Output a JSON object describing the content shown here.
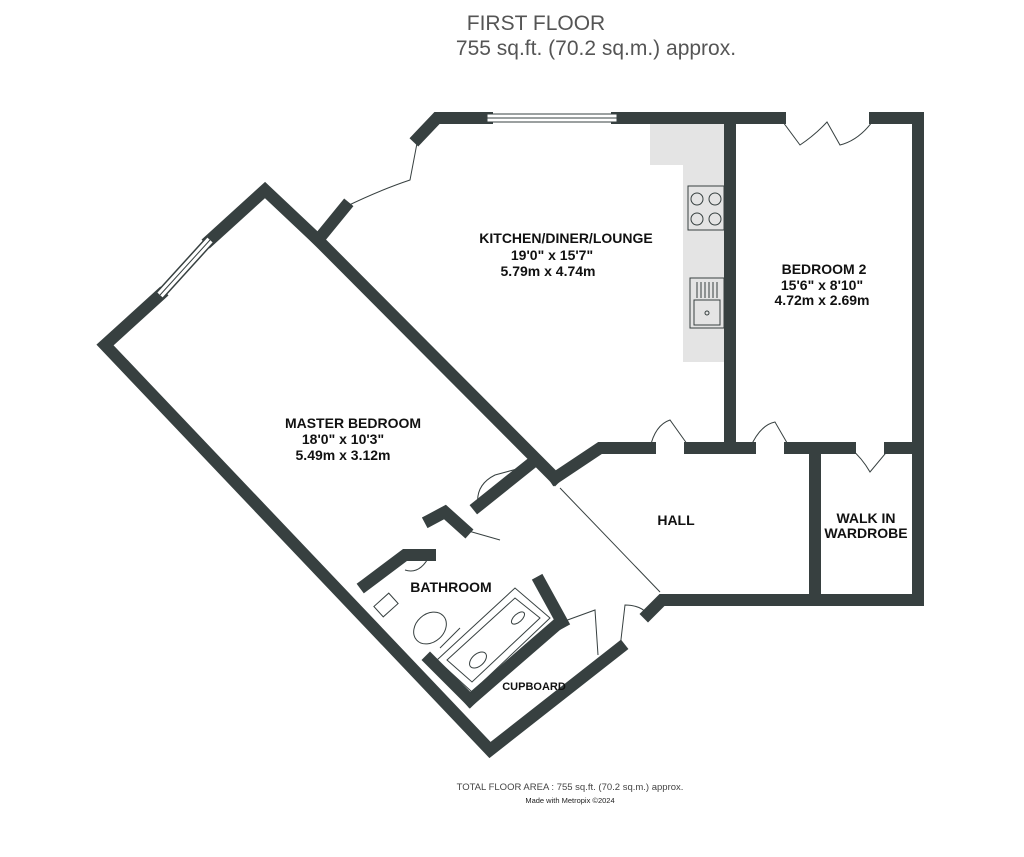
{
  "header": {
    "floor": "FIRST FLOOR",
    "area": "755 sq.ft. (70.2 sq.m.) approx."
  },
  "rooms": {
    "kitchen": {
      "name": "KITCHEN/DINER/LOUNGE",
      "imperial": "19'0\"  x 15'7\"",
      "metric": "5.79m  x 4.74m"
    },
    "bedroom2": {
      "name": "BEDROOM 2",
      "imperial": "15'6\"  x 8'10\"",
      "metric": "4.72m  x 2.69m"
    },
    "master": {
      "name": "MASTER BEDROOM",
      "imperial": "18'0\"  x 10'3\"",
      "metric": "5.49m  x 3.12m"
    },
    "hall": {
      "name": "HALL"
    },
    "wardrobe": {
      "name1": "WALK IN",
      "name2": "WARDROBE"
    },
    "bathroom": {
      "name": "BATHROOM"
    },
    "cupboard": {
      "name": "CUPBOARD"
    }
  },
  "footer": {
    "total": "TOTAL FLOOR AREA : 755 sq.ft. (70.2 sq.m.) approx.",
    "credit": "Made with Metropix ©2024"
  },
  "colors": {
    "wall": "#374040",
    "counter": "#e4e4e4"
  }
}
